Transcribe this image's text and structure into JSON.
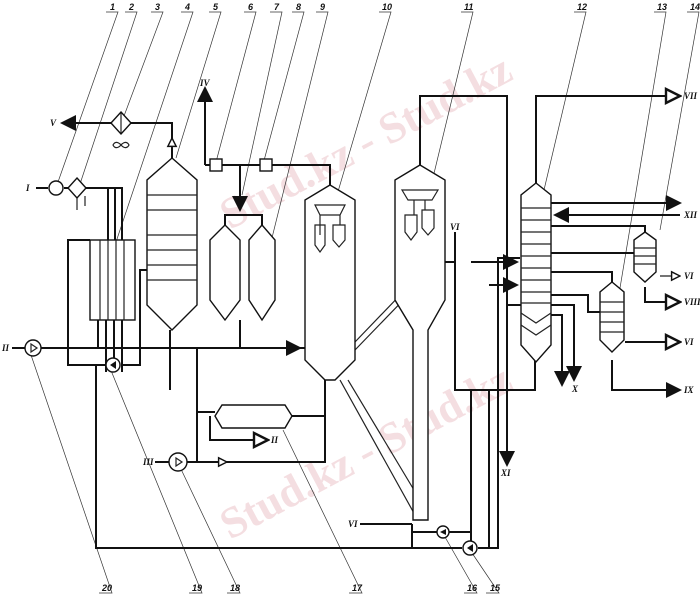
{
  "title": "Process flow diagram",
  "watermark": "Stud.kz - Stud.kz",
  "equipment_numbers": [
    "1",
    "2",
    "3",
    "4",
    "5",
    "6",
    "7",
    "8",
    "9",
    "10",
    "11",
    "12",
    "13",
    "14",
    "15",
    "16",
    "17",
    "18",
    "19",
    "20"
  ],
  "streams": {
    "I": "I",
    "II_left": "II",
    "II_exchanger": "II",
    "III": "III",
    "IV": "IV",
    "V": "V",
    "VI_riser": "VI",
    "VI_bottom": "VI",
    "VI_col14": "VI",
    "VI_col13": "VI",
    "VII": "VII",
    "VIII": "VIII",
    "IX": "IX",
    "X": "X",
    "XI": "XI",
    "XII": "XII"
  }
}
